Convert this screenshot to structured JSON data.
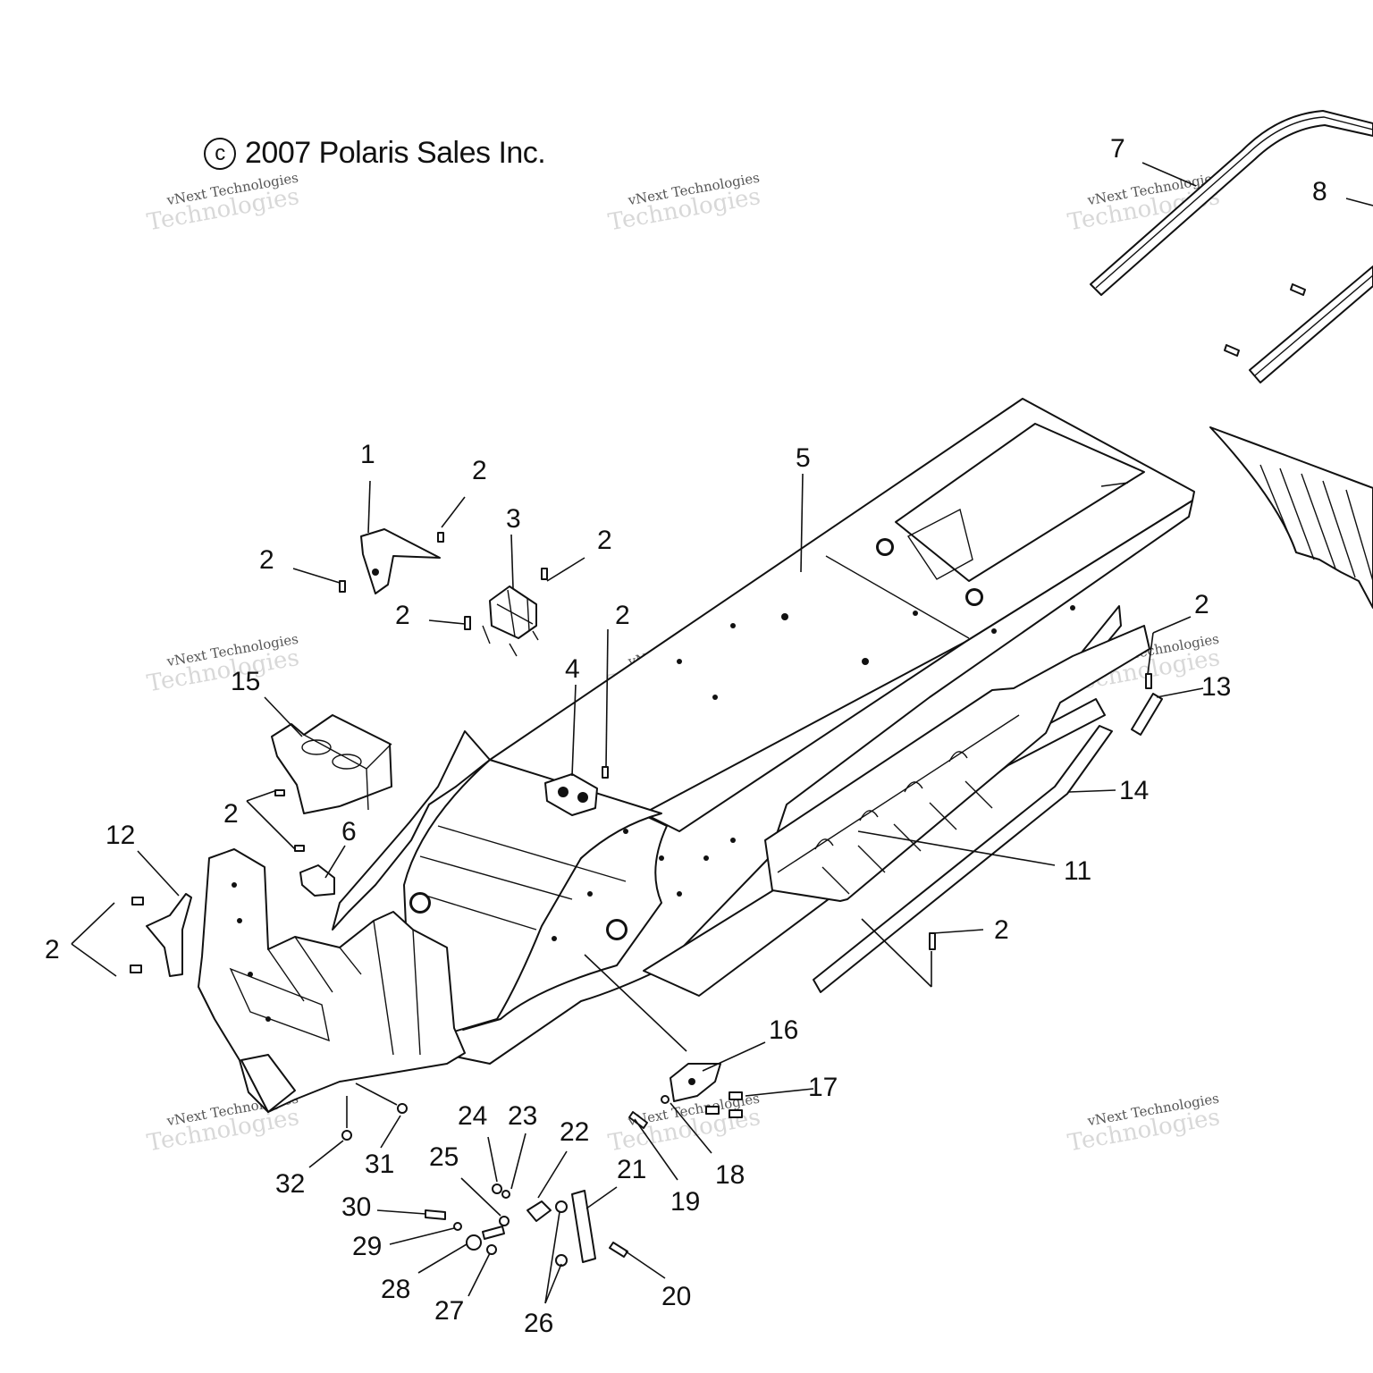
{
  "copyright": {
    "symbol": "c",
    "text": "2007 Polaris Sales Inc."
  },
  "watermark": {
    "line1": "vNext Technologies",
    "line2": "Technologies"
  },
  "callouts": [
    {
      "id": "c1",
      "label": "1"
    },
    {
      "id": "c2a",
      "label": "2"
    },
    {
      "id": "c2b",
      "label": "2"
    },
    {
      "id": "c2c",
      "label": "2"
    },
    {
      "id": "c2d",
      "label": "2"
    },
    {
      "id": "c2e",
      "label": "2"
    },
    {
      "id": "c2f",
      "label": "2"
    },
    {
      "id": "c2g",
      "label": "2"
    },
    {
      "id": "c2h",
      "label": "2"
    },
    {
      "id": "c2i",
      "label": "2"
    },
    {
      "id": "c3",
      "label": "3"
    },
    {
      "id": "c4",
      "label": "4"
    },
    {
      "id": "c5",
      "label": "5"
    },
    {
      "id": "c6",
      "label": "6"
    },
    {
      "id": "c7",
      "label": "7"
    },
    {
      "id": "c8",
      "label": "8"
    },
    {
      "id": "c11",
      "label": "11"
    },
    {
      "id": "c12",
      "label": "12"
    },
    {
      "id": "c13",
      "label": "13"
    },
    {
      "id": "c14",
      "label": "14"
    },
    {
      "id": "c15",
      "label": "15"
    },
    {
      "id": "c16",
      "label": "16"
    },
    {
      "id": "c17",
      "label": "17"
    },
    {
      "id": "c18",
      "label": "18"
    },
    {
      "id": "c19",
      "label": "19"
    },
    {
      "id": "c20",
      "label": "20"
    },
    {
      "id": "c21",
      "label": "21"
    },
    {
      "id": "c22",
      "label": "22"
    },
    {
      "id": "c23",
      "label": "23"
    },
    {
      "id": "c24",
      "label": "24"
    },
    {
      "id": "c25",
      "label": "25"
    },
    {
      "id": "c26",
      "label": "26"
    },
    {
      "id": "c27",
      "label": "27"
    },
    {
      "id": "c28",
      "label": "28"
    },
    {
      "id": "c29",
      "label": "29"
    },
    {
      "id": "c30",
      "label": "30"
    },
    {
      "id": "c31",
      "label": "31"
    },
    {
      "id": "c32",
      "label": "32"
    }
  ]
}
